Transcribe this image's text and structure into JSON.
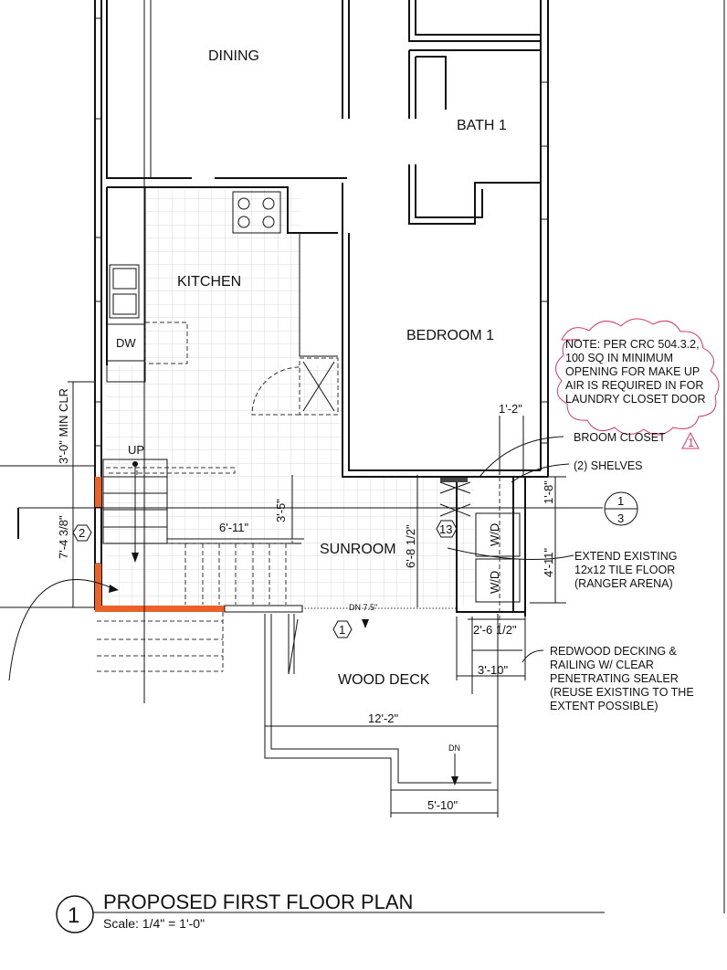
{
  "title": {
    "tag": "1",
    "name": "PROPOSED FIRST FLOOR PLAN",
    "scale": "Scale: 1/4\" = 1'-0\""
  },
  "rooms": {
    "dining": "DINING",
    "bath": "BATH 1",
    "kitchen": "KITCHEN",
    "bedroom": "BEDROOM 1",
    "sunroom": "SUNROOM",
    "deck": "WOOD DECK",
    "dw": "DW",
    "wd1": "W/D",
    "wd2": "W/D"
  },
  "dimensions": {
    "min_clr": "3'-0\" MIN CLR",
    "d7_4": "7'-4 3/8\"",
    "d6_11": "6'-11\"",
    "d3_5": "3'-5\"",
    "d6_8": "6'-8 1/2\"",
    "d1_2": "1'-2\"",
    "d1_8": "1'-8\"",
    "d4_11": "4'-11\"",
    "d2_6": "2'-6 1/2\"",
    "d3_10": "3'-10\"",
    "d12_2": "12'-2\"",
    "d5_10": "5'-10\""
  },
  "labels": {
    "up": "UP",
    "dn_step": "DN 7.5\"",
    "dn": "DN"
  },
  "tags": {
    "t2": "2",
    "t13": "13",
    "t1": "1",
    "sec_top": "1",
    "sec_bottom": "3",
    "rev": "1"
  },
  "notes": {
    "cloud": [
      "NOTE: PER CRC 504.3.2,",
      "100 SQ IN MINIMUM",
      "OPENING FOR MAKE UP",
      "AIR IS REQUIRED IN FOR",
      "LAUNDRY CLOSET DOOR"
    ],
    "broom": "BROOM CLOSET",
    "shelves": "(2) SHELVES",
    "tile": [
      "EXTEND EXISTING",
      "12x12 TILE FLOOR",
      "(RANGER ARENA)"
    ],
    "deck": [
      "REDWOOD DECKING &",
      "RAILING W/ CLEAR",
      "PENETRATING SEALER",
      "(REUSE EXISTING TO THE",
      "EXTENT POSSIBLE)"
    ]
  },
  "colors": {
    "demo_wall": "#e8622a",
    "revision": "#d63b6a",
    "tile_grid": "#d8d8d8"
  }
}
